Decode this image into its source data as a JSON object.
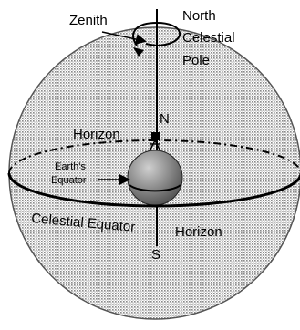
{
  "labels": {
    "zenith": "Zenith",
    "north_celestial_pole_line1": "North",
    "north_celestial_pole_line2": "Celestial",
    "north_celestial_pole_line3": "Pole",
    "north": "N",
    "horizon_left": "Horizon",
    "earths_equator_line1": "Earth's",
    "earths_equator_line2": "Equator",
    "celestial_equator": "Celestial Equator",
    "horizon_right": "Horizon",
    "south": "S"
  },
  "colors": {
    "sphere_fill": "#d9d9d9",
    "earth_fill": "#8c8c8c",
    "stroke": "#000000",
    "background": "#ffffff"
  }
}
